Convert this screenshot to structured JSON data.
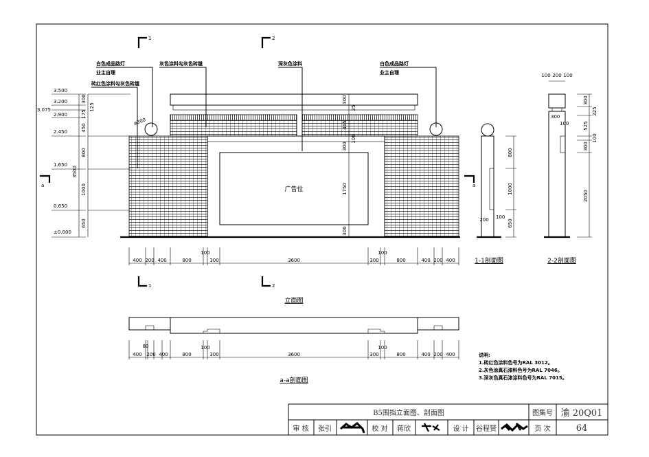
{
  "annotations": {
    "lamp_left": "白色成品路灯",
    "owner_left": "业主自理",
    "brick_red": "砖红色涂料勾灰色砖缝",
    "gray_paint": "灰色涂料勾灰色砖缝",
    "dark_gray": "深灰色涂料",
    "lamp_right": "白色成品路灯",
    "owner_right": "业主自理",
    "lamp_dia": "ø300",
    "ad_board": "广告位"
  },
  "section_marks": {
    "one": "1",
    "two": "2",
    "a": "a"
  },
  "elevations": [
    "3.500",
    "3.200",
    "3.075",
    "2.900",
    "2.450",
    "1.650",
    "0.650",
    "±0.000"
  ],
  "left_dims": [
    "300",
    "125",
    "175",
    "450",
    "800",
    "3500",
    "1000",
    "650"
  ],
  "center_dims": [
    "25",
    "300",
    "465",
    "300",
    "100",
    "1750",
    "300"
  ],
  "bottom_dims": [
    "400",
    "200",
    "400",
    "800",
    "100",
    "300",
    "3600",
    "300",
    "100",
    "800",
    "400",
    "200",
    "400"
  ],
  "plan_dims": [
    "400",
    "80",
    "200",
    "400",
    "800",
    "100",
    "300",
    "3600",
    "300",
    "100",
    "800",
    "400",
    "200",
    "400"
  ],
  "section11": {
    "title": "1-1剖面图",
    "dims": [
      "800",
      "1000",
      "650",
      "200",
      "100"
    ]
  },
  "section22": {
    "title": "2-2剖面图",
    "dims": [
      "100",
      "200",
      "100",
      "300",
      "225",
      "525",
      "300",
      "100",
      "2050",
      "300",
      "100"
    ]
  },
  "elevation_title": "立面图",
  "plan_title": "a-a剖面图",
  "notes": {
    "heading": "说明:",
    "items": [
      "1.砖红色涂料色号为RAL 3012。",
      "2.灰色涂真石漆料色号为RAL 7046。",
      "3.深灰色真石漆涂料色号为RAL 7015。"
    ]
  },
  "title_block": {
    "drawing_title": "B5围挡立面图、剖面图",
    "atlas_label": "图集号",
    "atlas_no": "渝 20Q01",
    "review_label": "审 核",
    "reviewer": "张引",
    "check_label": "校 对",
    "checker": "蒋欣",
    "design_label": "设 计",
    "designer": "谷程赟",
    "page_label": "页 次",
    "page_no": "64"
  }
}
